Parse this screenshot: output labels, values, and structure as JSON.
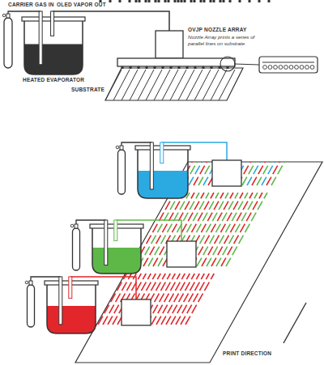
{
  "diagram": {
    "labels": [
      "CARRIER GAS IN",
      "OLED VAPOR OUT",
      "OVJP NOZZLE ARRAY",
      "Nozzle Array prints a series of parallel lines on substrate",
      "HEATED EVAPORATOR",
      "SUBSTRATE",
      "PRINT DIRECTION"
    ]
  }
}
